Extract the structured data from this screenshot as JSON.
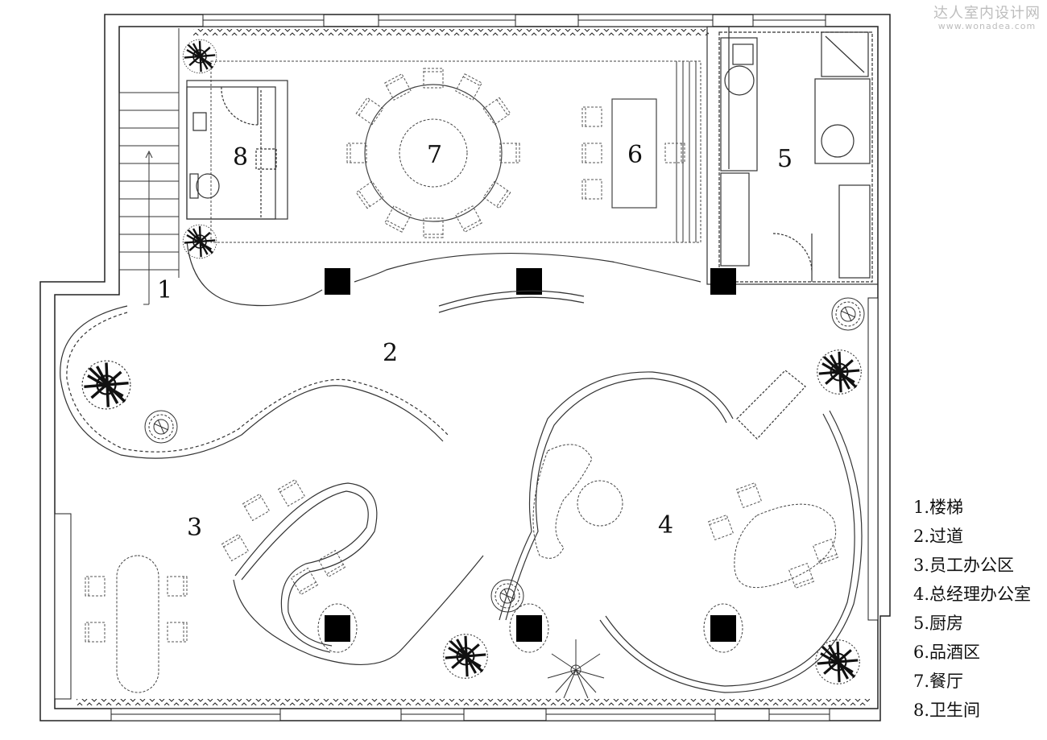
{
  "watermark": {
    "title": "达人室内设计网",
    "url": "www.wonadea.com"
  },
  "rooms": [
    "1",
    "2",
    "3",
    "4",
    "5",
    "6",
    "7",
    "8"
  ],
  "legend": [
    "1.楼梯",
    "2.过道",
    "3.员工办公区",
    "4.总经理办公室",
    "5.厨房",
    "6.品酒区",
    "7.餐厅",
    "8.卫生间"
  ]
}
